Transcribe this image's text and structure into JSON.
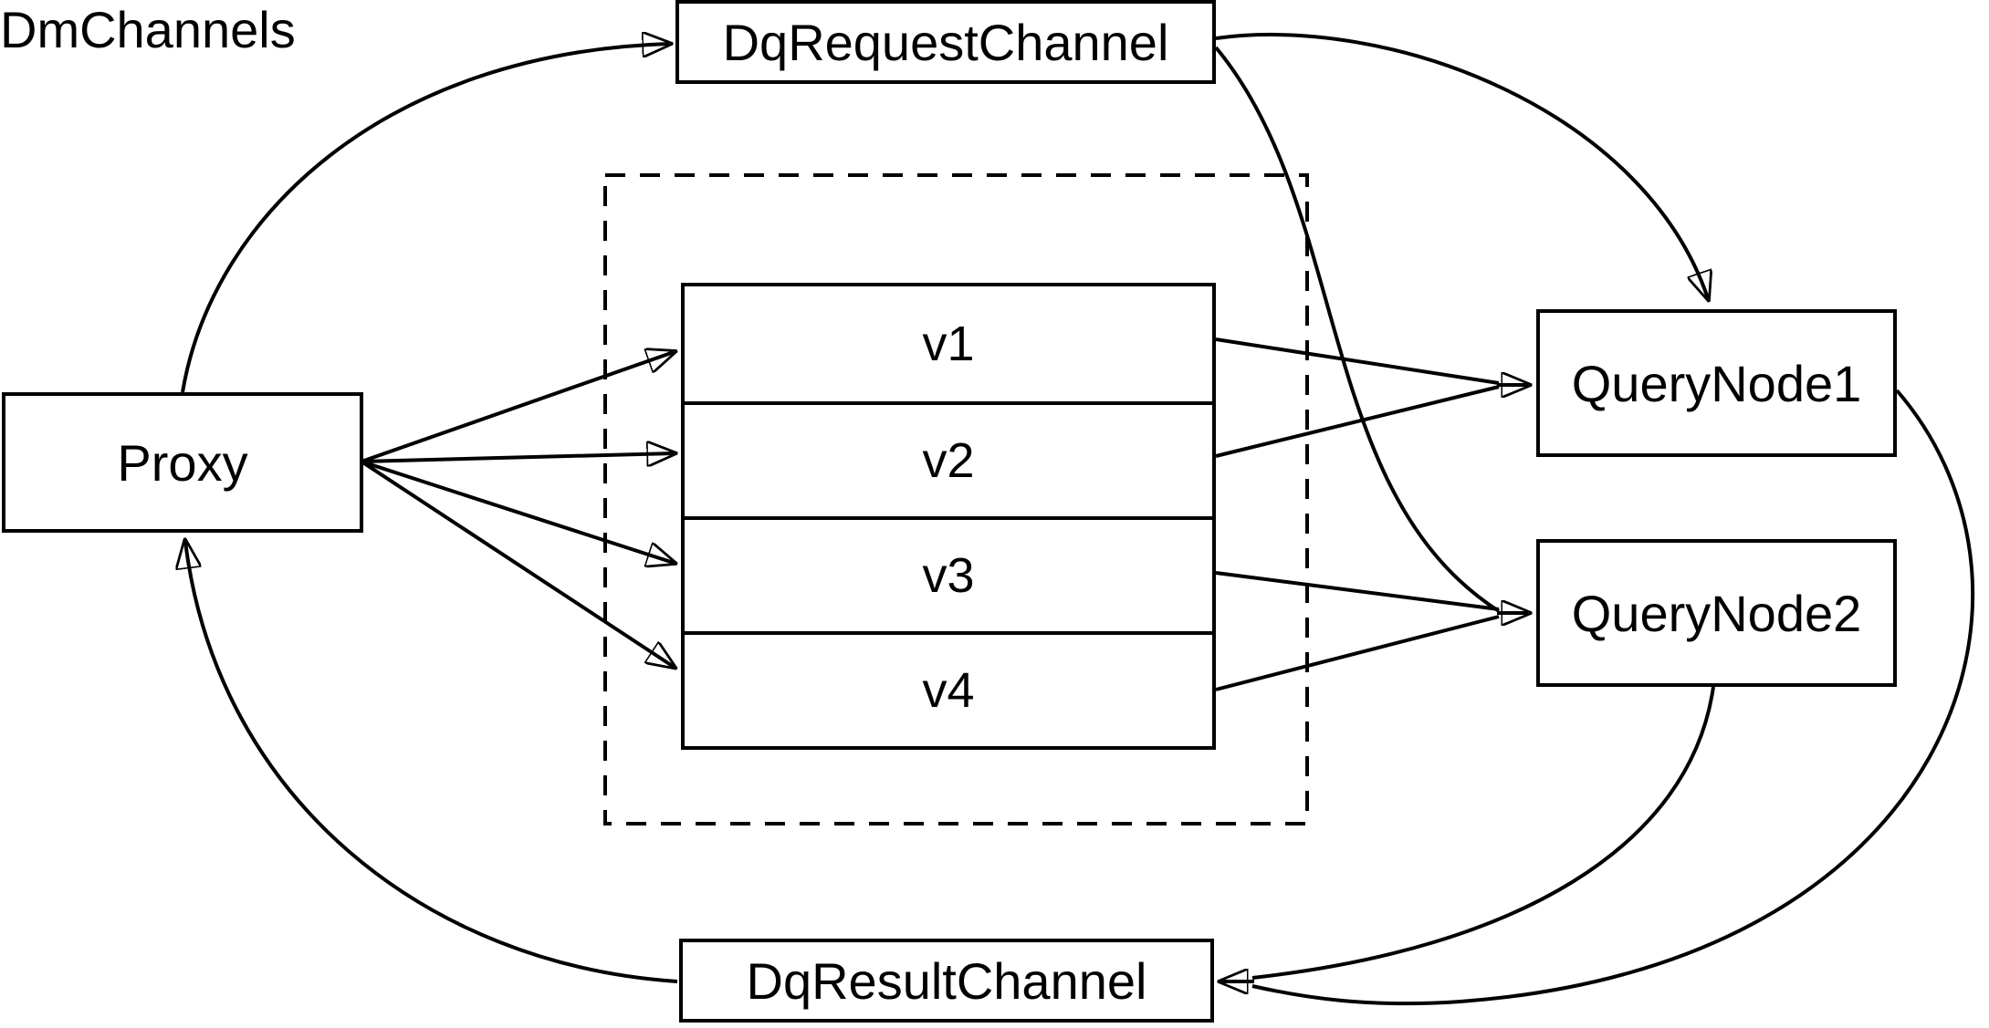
{
  "background": "#ffffff",
  "stroke_color": "#000000",
  "nodes": {
    "proxy": {
      "label": "Proxy"
    },
    "dq_request_channel": {
      "label": "DqRequestChannel"
    },
    "dm_channels": {
      "label": "DmChannels",
      "channels": [
        {
          "label": "v1"
        },
        {
          "label": "v2"
        },
        {
          "label": "v3"
        },
        {
          "label": "v4"
        }
      ]
    },
    "query_node_1": {
      "label": "QueryNode1"
    },
    "query_node_2": {
      "label": "QueryNode2"
    },
    "dq_result_channel": {
      "label": "DqResultChannel"
    }
  },
  "edges": [
    {
      "from": "proxy",
      "to": "dq_request_channel"
    },
    {
      "from": "proxy",
      "to": "v1"
    },
    {
      "from": "proxy",
      "to": "v2"
    },
    {
      "from": "proxy",
      "to": "v3"
    },
    {
      "from": "proxy",
      "to": "v4"
    },
    {
      "from": "v1",
      "to": "query_node_1"
    },
    {
      "from": "v2",
      "to": "query_node_1"
    },
    {
      "from": "v3",
      "to": "query_node_2"
    },
    {
      "from": "v4",
      "to": "query_node_2"
    },
    {
      "from": "dq_request_channel",
      "to": "query_node_1"
    },
    {
      "from": "dq_request_channel",
      "to": "query_node_2"
    },
    {
      "from": "query_node_1",
      "to": "dq_result_channel"
    },
    {
      "from": "query_node_2",
      "to": "dq_result_channel"
    },
    {
      "from": "dq_result_channel",
      "to": "proxy"
    }
  ]
}
